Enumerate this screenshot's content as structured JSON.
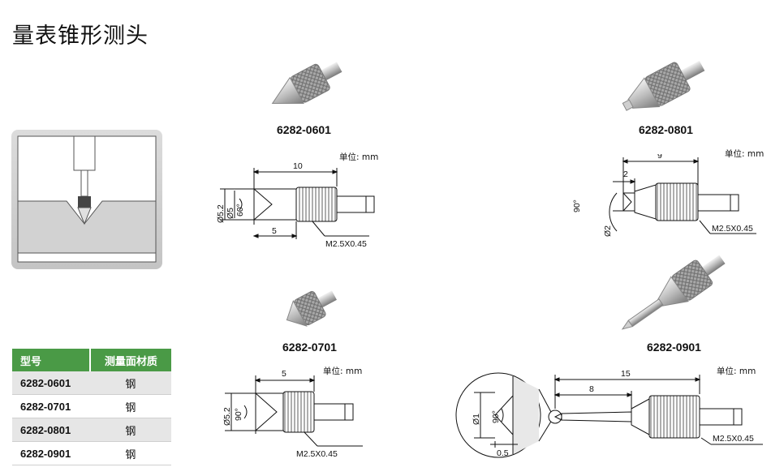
{
  "page": {
    "title": "量表锥形测头"
  },
  "products": [
    {
      "part": "6282-0601",
      "unit": "单位: mm",
      "dims": {
        "length": "10",
        "tip_length": "5",
        "dia_outer": "Ø5.2",
        "dia_inner": "Ø5",
        "angle": "60°",
        "thread": "M2.5X0.45"
      }
    },
    {
      "part": "6282-0701",
      "unit": "单位: mm",
      "dims": {
        "length": "5",
        "dia_outer": "Ø5.2",
        "angle": "90°",
        "thread": "M2.5X0.45"
      }
    },
    {
      "part": "6282-0801",
      "unit": "单位: mm",
      "dims": {
        "length": "9",
        "tip_length": "2",
        "angle": "90°",
        "dia_tip": "Ø2",
        "thread": "M2.5X0.45"
      }
    },
    {
      "part": "6282-0901",
      "unit": "单位: mm",
      "dims": {
        "length": "15",
        "stem_length": "8",
        "dia_ball": "Ø1",
        "angle": "90°",
        "tip_offset": "0.5",
        "thread": "M2.5X0.45"
      }
    }
  ],
  "table": {
    "headers": [
      "型号",
      "测量面材质"
    ],
    "rows": [
      [
        "6282-0601",
        "钢"
      ],
      [
        "6282-0701",
        "钢"
      ],
      [
        "6282-0801",
        "钢"
      ],
      [
        "6282-0901",
        "钢"
      ]
    ]
  },
  "colors": {
    "table_header": "#4a9a46",
    "row_shade": "#e6e6e6"
  }
}
